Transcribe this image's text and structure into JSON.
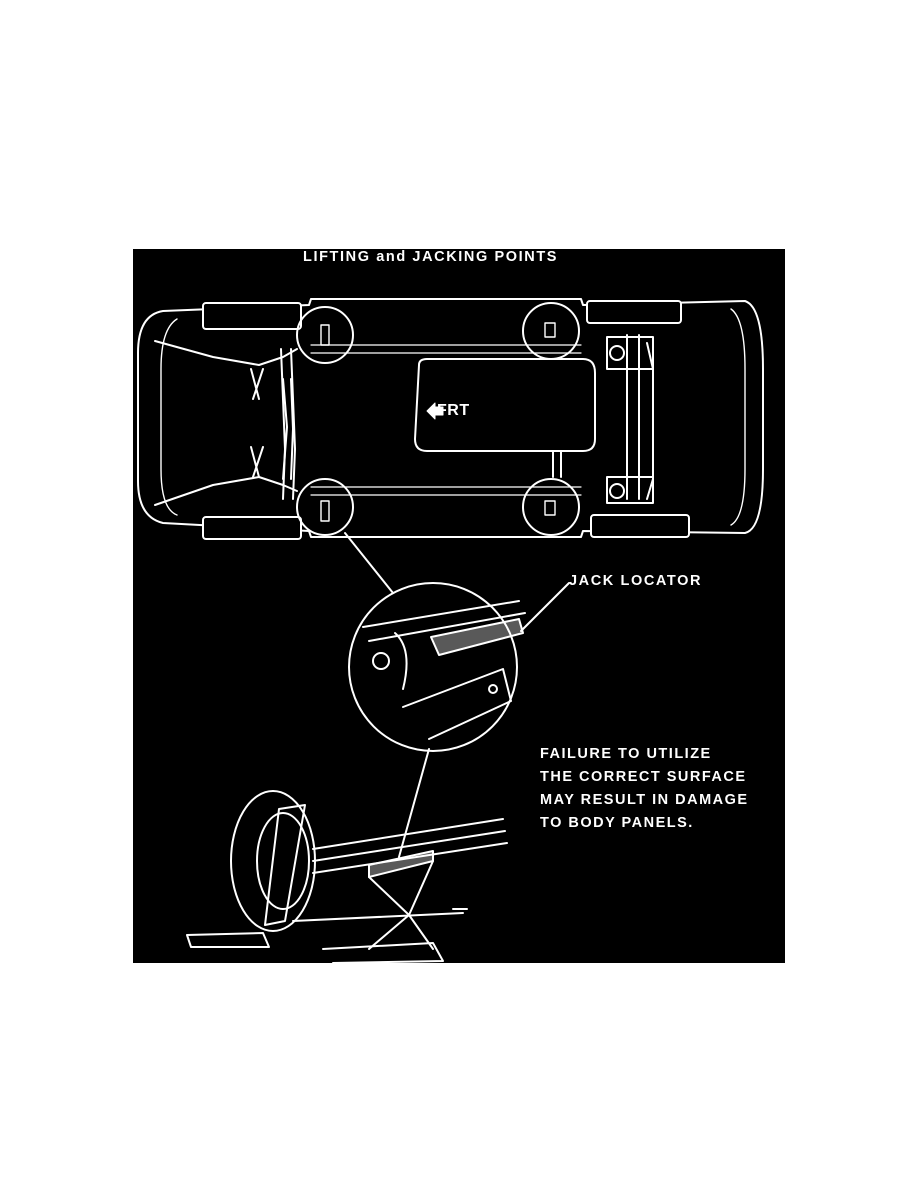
{
  "figure": {
    "title": "LIFTING and JACKING POINTS",
    "front_marker": "FRT",
    "callout": "JACK LOCATOR",
    "warning_lines": [
      "FAILURE TO UTILIZE",
      "THE CORRECT SURFACE",
      "MAY RESULT IN DAMAGE",
      "TO BODY PANELS."
    ],
    "colors": {
      "background": "#000000",
      "line_art": "#ffffff",
      "page": "#ffffff"
    },
    "icons": {
      "front_arrow": "arrow-left-icon"
    }
  }
}
